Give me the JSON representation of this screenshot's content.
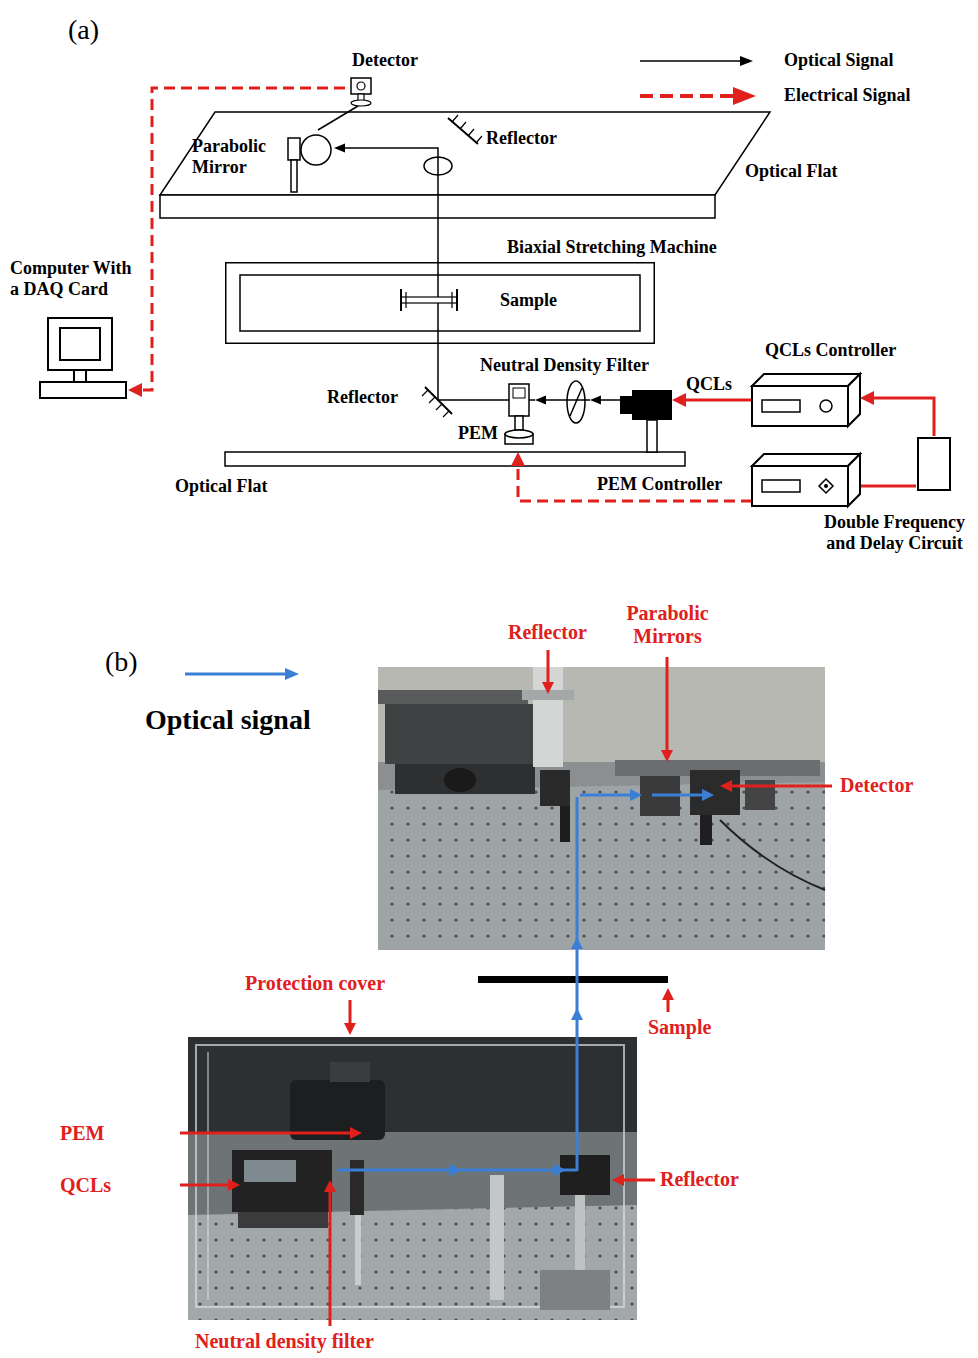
{
  "diagram": {
    "nodes": [
      {
        "text": [
          "Detector"
        ]
      },
      {
        "text": [
          "Parabolic Mirror"
        ]
      },
      {
        "text": [
          "Reflector"
        ]
      },
      {
        "text": [
          "Computer With a DAQ Card"
        ]
      },
      {
        "text": [
          "Biaxial Stretching Machine"
        ]
      },
      {
        "text": [
          "Sample"
        ],
        "in": 4
      },
      {
        "text": [
          "Reflector"
        ]
      },
      {
        "text": [
          "PEM"
        ]
      },
      {
        "text": [
          "Neutral Density Filter"
        ]
      },
      {
        "text": [
          "QCLs"
        ]
      },
      {
        "text": [
          "QCLs Controller"
        ]
      },
      {
        "text": [
          "PEM Controller"
        ]
      },
      {
        "text": [
          "Double Frequency and Delay Circuit"
        ]
      }
    ],
    "edges": [
      {
        "from": 9,
        "to": 8,
        "arrow": "to"
      },
      {
        "from": 8,
        "to": 7,
        "arrow": "to"
      },
      {
        "from": 7,
        "to": 6,
        "arrow": "none"
      },
      {
        "from": 6,
        "to": 5,
        "arrow": "none"
      },
      {
        "from": 5,
        "to": 2,
        "arrow": "none"
      },
      {
        "from": 2,
        "to": 1,
        "arrow": "to"
      },
      {
        "from": 1,
        "to": 0,
        "arrow": "none"
      },
      {
        "from": 0,
        "to": 3,
        "arrow": "to"
      },
      {
        "from": 12,
        "to": 10,
        "arrow": "to"
      },
      {
        "from": 12,
        "to": 11,
        "arrow": "none"
      },
      {
        "from": 11,
        "to": 7,
        "arrow": "to"
      },
      {
        "from": 10,
        "to": 9,
        "arrow": "to"
      }
    ],
    "labels": [
      "(a)",
      "Optical Flat",
      "Optical Flat",
      "(b)",
      "Reflector",
      "Parabolic Mirrors",
      "Detector",
      "Protection cover",
      "Sample",
      "PEM",
      "QCLs",
      "Reflector",
      "Neutral density filter"
    ],
    "legend": [
      {
        "text": "Optical Signal"
      },
      {
        "text": "Electrical Signal"
      },
      {
        "text": "Optical signal"
      }
    ]
  }
}
